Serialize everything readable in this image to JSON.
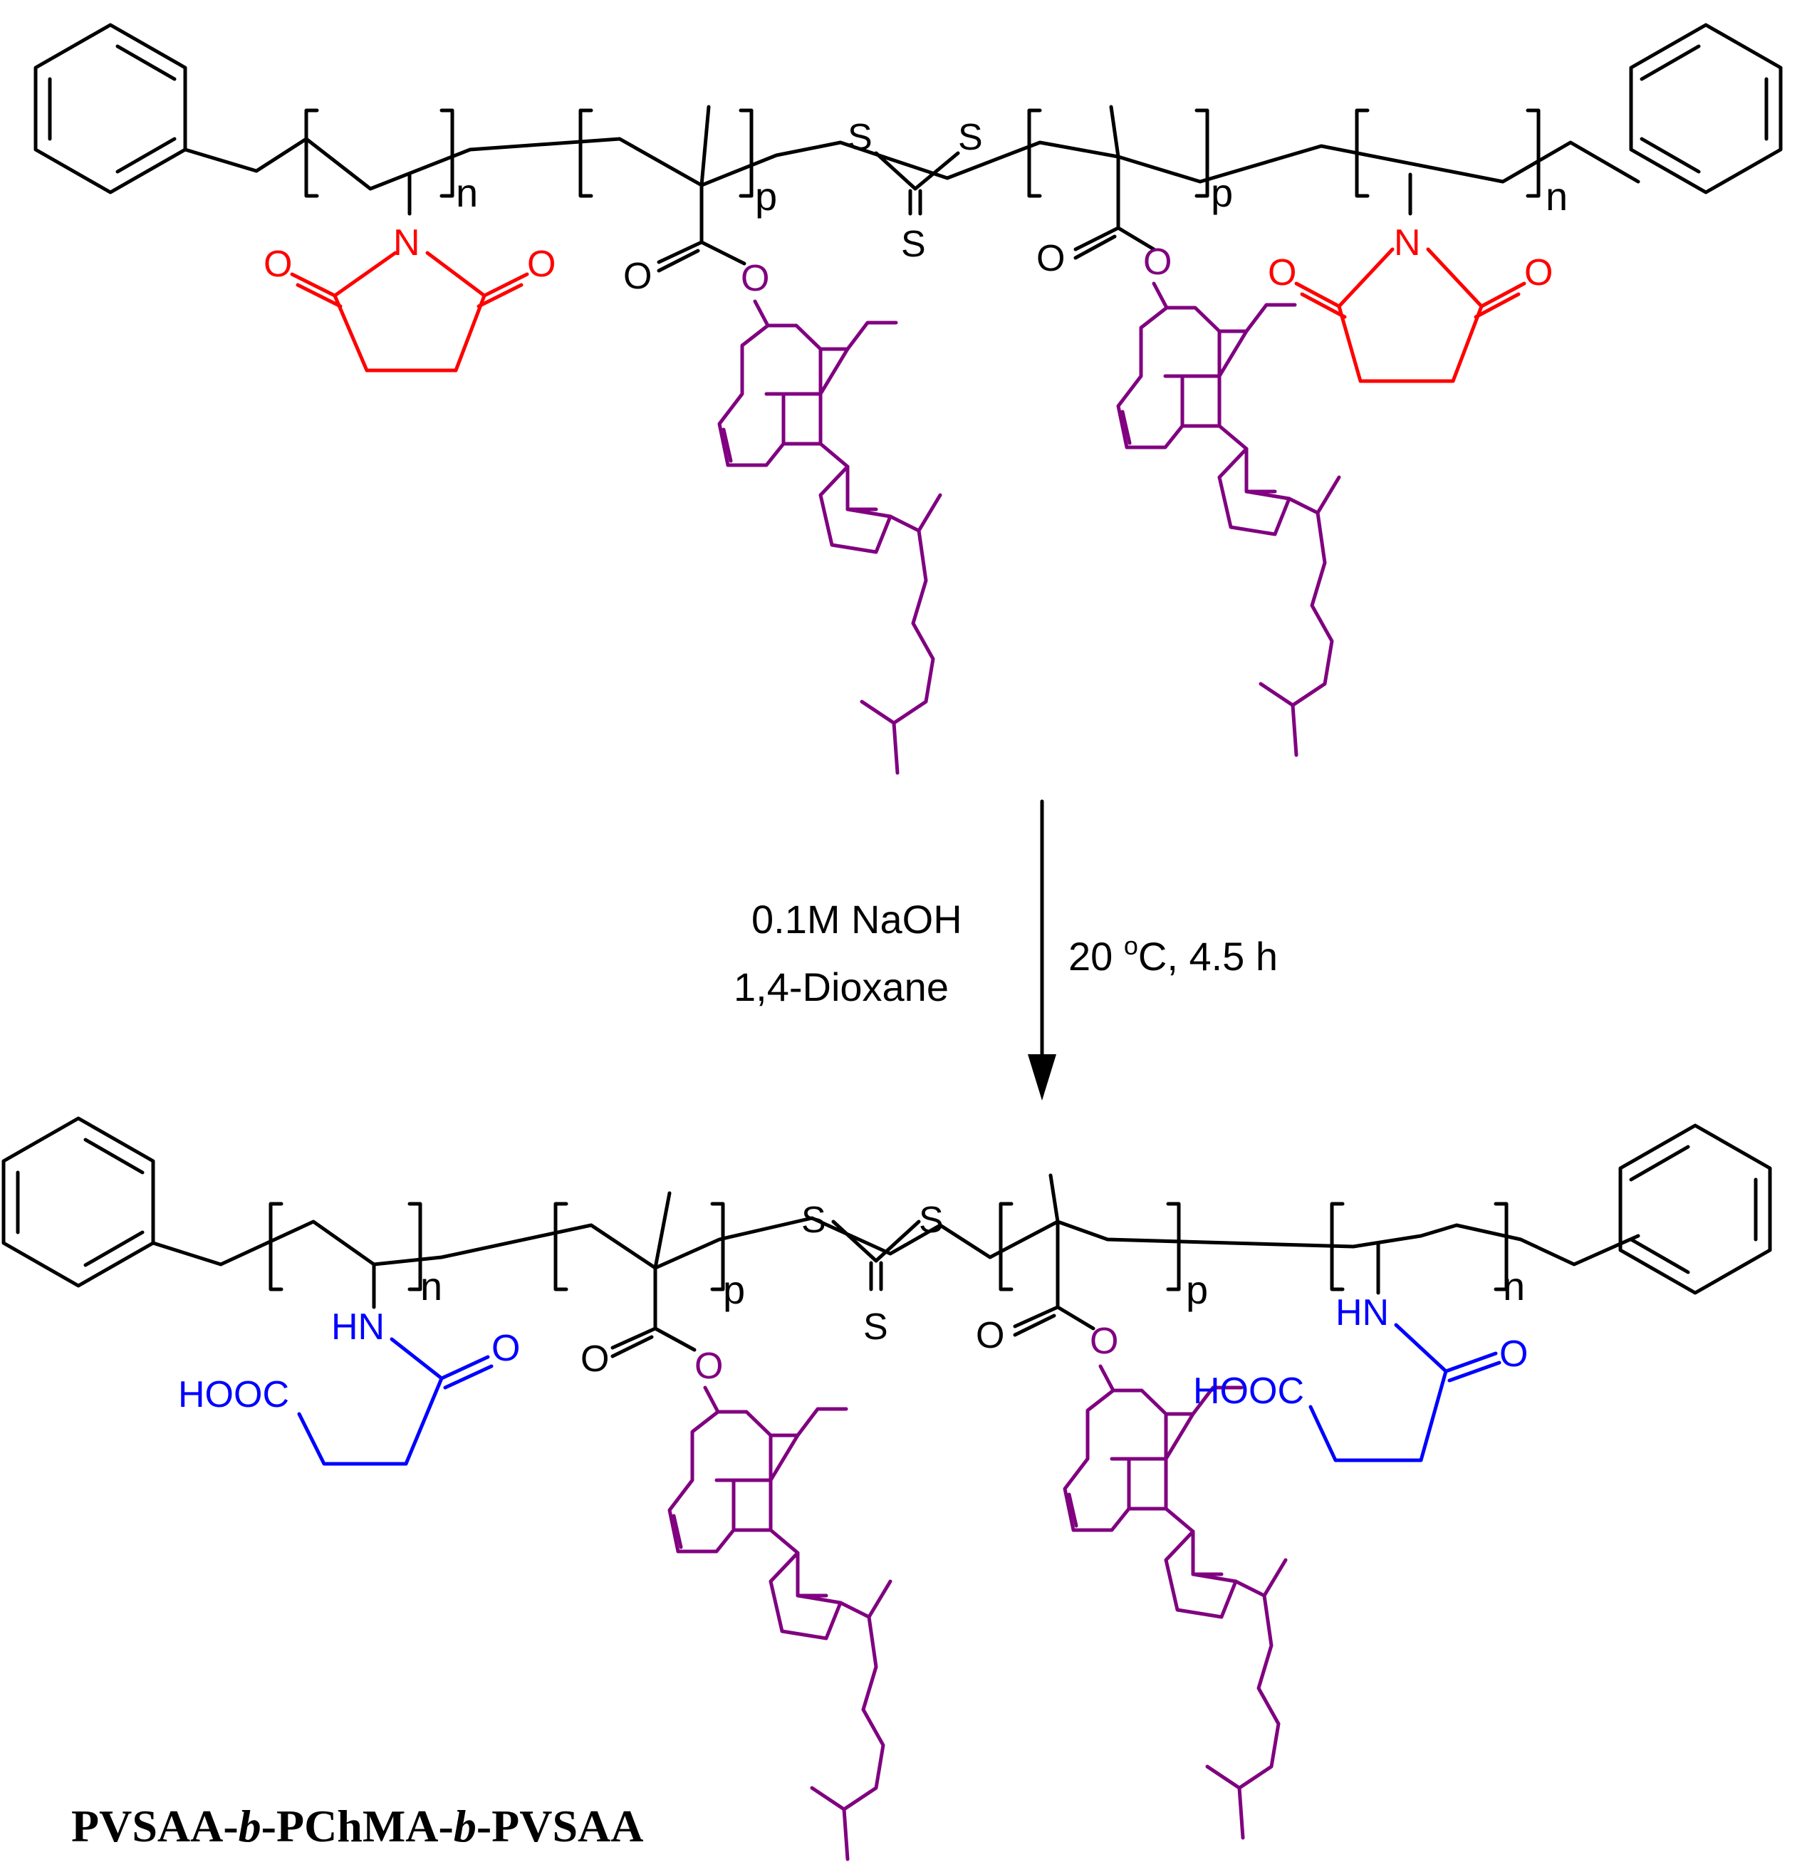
{
  "colors": {
    "backbone": "#000000",
    "succinimide": "#ff0000",
    "cholesterol": "#800080",
    "succinamic_acid": "#0000ff"
  },
  "atoms": {
    "sulfur": "S",
    "nitrogen": "N",
    "oxygen": "O",
    "amide_nh": "HN",
    "carboxylic_acid": "HOOC"
  },
  "subscripts": {
    "n": "n",
    "p": "p"
  },
  "reaction": {
    "reagent": "0.1M NaOH",
    "solvent": "1,4-Dioxane",
    "temperature_value": "20 ",
    "degree_symbol": "o",
    "temperature_unit_rest": "C, 4.5 h"
  },
  "product_name": {
    "part1": "PVSAA-",
    "b1": "b",
    "part2": "-PChMA-",
    "b2": "b",
    "part3": "-PVSAA"
  }
}
